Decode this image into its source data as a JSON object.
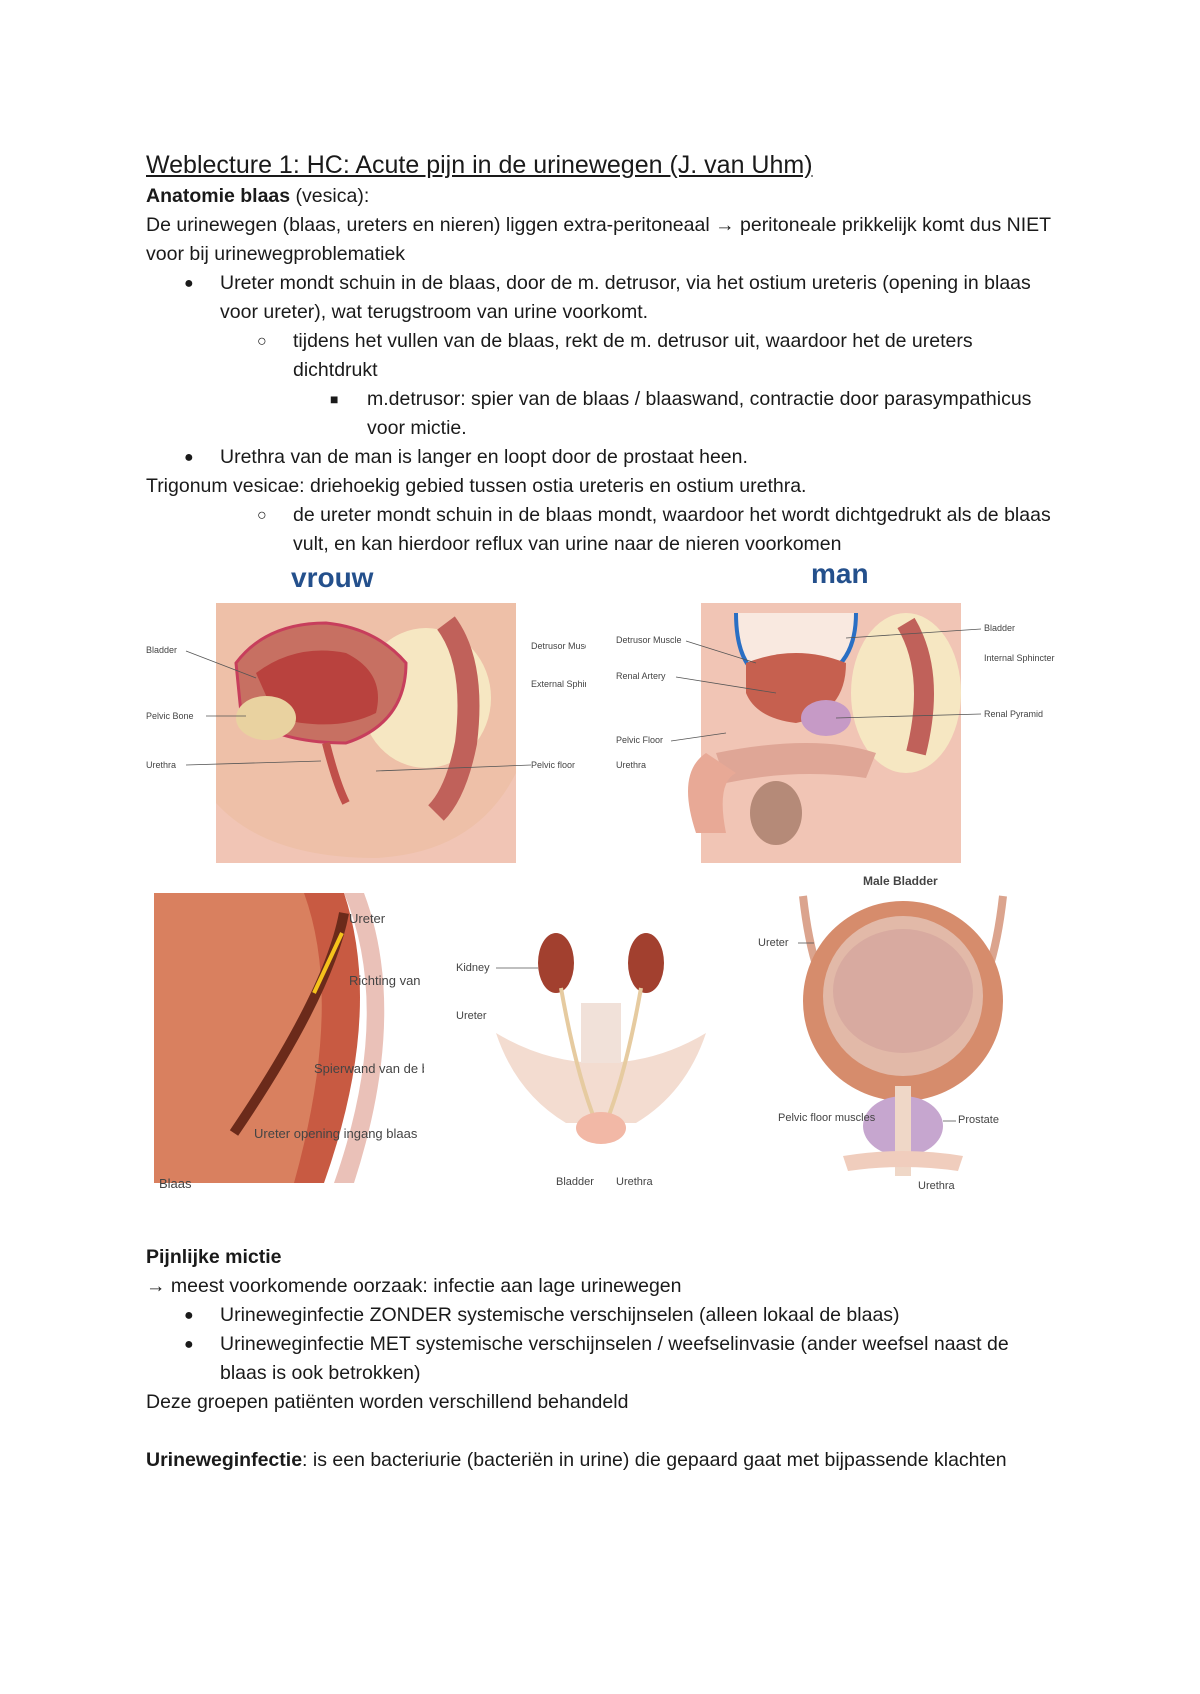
{
  "title": "Weblecture 1: HC: Acute pijn in de urinewegen (J. van Uhm)",
  "anatomy": {
    "heading": "Anatomie blaas",
    "heading_rest": " (vesica):",
    "intro": "De urinewegen (blaas, ureters en nieren) liggen extra-peritoneaal → peritoneale prikkelijk komt dus NIET voor bij urinewegproblematiek",
    "b1": "Ureter mondt schuin in de blaas, door de m. detrusor, via het ostium ureteris (opening in blaas voor ureter), wat terugstroom van urine voorkomt.",
    "b1_sub": "tijdens het vullen van de blaas, rekt de m. detrusor uit, waardoor het de ureters dichtdrukt",
    "b1_subsub": "m.detrusor: spier van de blaas / blaaswand, contractie door parasympathicus voor mictie.",
    "b2": "Urethra van de man is langer en loopt door de prostaat heen.",
    "trigonum": "Trigonum vesicae: driehoekig gebied tussen ostia ureteris en ostium urethra.",
    "trigonum_sub": "de ureter mondt schuin in de blaas mondt, waardoor het wordt dichtgedrukt als de blaas vult, en kan hierdoor reflux van urine naar de nieren voorkomen"
  },
  "figures": {
    "vrouw": {
      "caption": "vrouw",
      "labels": [
        "Bladder",
        "Pelvic Bone",
        "Urethra",
        "Detrusor Muscle",
        "External Sphincter",
        "Pelvic floor"
      ]
    },
    "man": {
      "caption": "man",
      "labels": [
        "Detrusor Muscle",
        "Renal Artery",
        "Pelvic Floor",
        "Urethra",
        "Bladder",
        "Internal Sphincter",
        "Renal Pyramid"
      ]
    },
    "ureter": {
      "labels": [
        "Ureter",
        "Richting van de urinestroom",
        "Spierwand van de blaas",
        "Ureter opening ingang blaas",
        "Blaas"
      ]
    },
    "system": {
      "labels": [
        "Kidney",
        "Ureter",
        "Bladder",
        "Urethra"
      ]
    },
    "male_bladder": {
      "title": "Male Bladder",
      "labels": [
        "Ureter",
        "Pelvic floor muscles",
        "Prostate",
        "Urethra"
      ]
    }
  },
  "mictie": {
    "heading": "Pijnlijke mictie",
    "line1": "→ meest voorkomende oorzaak: infectie aan lage urinewegen",
    "b1": "Urineweginfectie ZONDER systemische verschijnselen (alleen lokaal de blaas)",
    "b2": "Urineweginfectie MET systemische verschijnselen / weefselinvasie (ander weefsel naast de blaas is ook betrokken)",
    "line2": "Deze groepen patiënten worden verschillend behandeld"
  },
  "uwi": {
    "term": "Urineweginfectie",
    "definition": ": is een bacteriurie (bacteriën in urine) die gepaard gaat met bijpassende klachten"
  },
  "bullets": {
    "disc": "●",
    "circle": "○",
    "square": "■"
  }
}
